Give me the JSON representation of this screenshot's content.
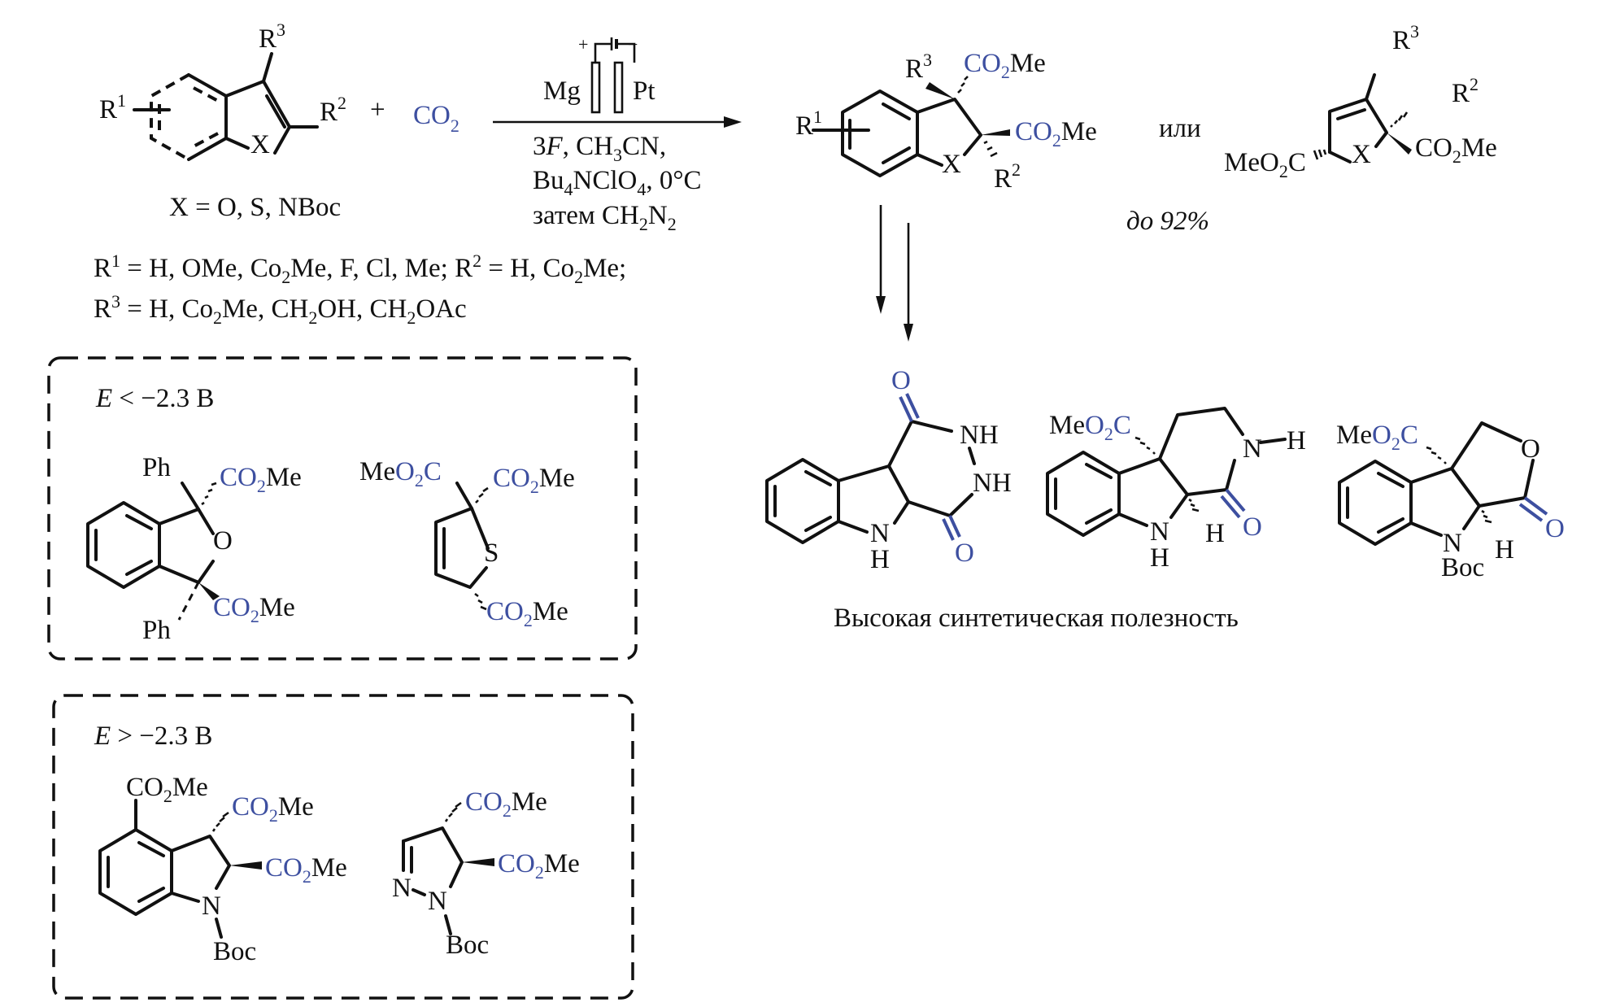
{
  "colors": {
    "accent_blue": "#3d4fa0",
    "text": "#111111"
  },
  "reaction": {
    "reactant": {
      "r1": "R",
      "r1_sup": "1",
      "r2": "R",
      "r2_sup": "2",
      "r3": "R",
      "r3_sup": "3",
      "x": "X",
      "x_definition": "X = O, S, NBoc"
    },
    "plus": "+",
    "co2": "CO",
    "co2_sub": "2",
    "arrow": {
      "battery_plus": "+",
      "battery_minus": "−",
      "anode": "Mg",
      "cathode": "Pt",
      "conditions": [
        {
          "a": "3",
          "a_italic": "F",
          "b": ", CH",
          "sub": "3",
          "c": "CN,"
        },
        {
          "a": "Bu",
          "sub": "4",
          "b": "NClO",
          "sub2": "4",
          "c": ", 0°C"
        },
        {
          "a": "затем CH",
          "sub": "2",
          "b": "N",
          "sub2": "2"
        }
      ]
    },
    "substituents": {
      "line1": {
        "r1_label": "R",
        "r1_sup": "1",
        "r1_values": "= H, OMe, Co",
        "sub": "2",
        "r1_tail": "Me, F, Cl, Me;",
        "r2_label": "R",
        "r2_sup": "2",
        "r2_values": "= H, Co",
        "sub2": "2",
        "r2_tail": "Me;"
      },
      "line2": {
        "r3_label": "R",
        "r3_sup": "3",
        "v1": "= H, Co",
        "sub1": "2",
        "v2": "Me, CH",
        "sub2": "2",
        "v3": "OH, CH",
        "sub3": "2",
        "v4": "OAc"
      }
    },
    "product1": {
      "r1": "R",
      "r1_sup": "1",
      "r2": "R",
      "r2_sup": "2",
      "r3": "R",
      "r3_sup": "3",
      "x": "X",
      "ester": "CO",
      "ester_sub": "2",
      "ester_me": "Me"
    },
    "or_label": "или",
    "yield_label": "до  92%",
    "product2": {
      "r2": "R",
      "r2_sup": "2",
      "r3": "R",
      "r3_sup": "3",
      "x": "X",
      "left_ester": "MeO",
      "left_ester_sub": "2",
      "left_ester_c": "C",
      "right_ester": "CO",
      "right_ester_sub": "2",
      "right_ester_me": "Me"
    }
  },
  "box_low": {
    "label_e": "E",
    "label_rest": " < −2.3 B",
    "mol1": {
      "ph_top": "Ph",
      "ph_bottom": "Ph",
      "o": "O",
      "ester": "CO",
      "ester_sub": "2",
      "ester_me": "Me"
    },
    "mol2": {
      "s": "S",
      "me": "Me",
      "o2c": "O",
      "o2c_sub": "2",
      "o2c_c": "C",
      "ester": "CO",
      "ester_sub": "2",
      "ester_me": "Me"
    }
  },
  "box_high": {
    "label_e": "E",
    "label_rest": " > −2.3 B",
    "mol1": {
      "top_ester": "CO",
      "top_ester_sub": "2",
      "top_ester_me": "Me",
      "ester": "CO",
      "ester_sub": "2",
      "ester_me": "Me",
      "n": "N",
      "boc": "Boc"
    },
    "mol2": {
      "n1": "N",
      "n2": "N",
      "boc": "Boc",
      "ester": "CO",
      "ester_sub": "2",
      "ester_me": "Me"
    }
  },
  "derivatives": {
    "mol1": {
      "o_top": "O",
      "o_bottom": "O",
      "nh1": "NH",
      "nh2": "NH",
      "n": "N",
      "h": "H"
    },
    "mol2": {
      "me": "Me",
      "o2c": "O",
      "o2c_sub": "2",
      "o2c_c": "C",
      "n": "N",
      "nh_h": "H",
      "h": "H",
      "ring_n": "N",
      "ring_h": "H",
      "o": "O"
    },
    "mol3": {
      "me": "Me",
      "o2c": "O",
      "o2c_sub": "2",
      "o2c_c": "C",
      "o_ring": "O",
      "o_carbonyl": "O",
      "n": "N",
      "boc": "Boc",
      "h": "H"
    },
    "caption": "Высокая синтетическая полезность"
  }
}
